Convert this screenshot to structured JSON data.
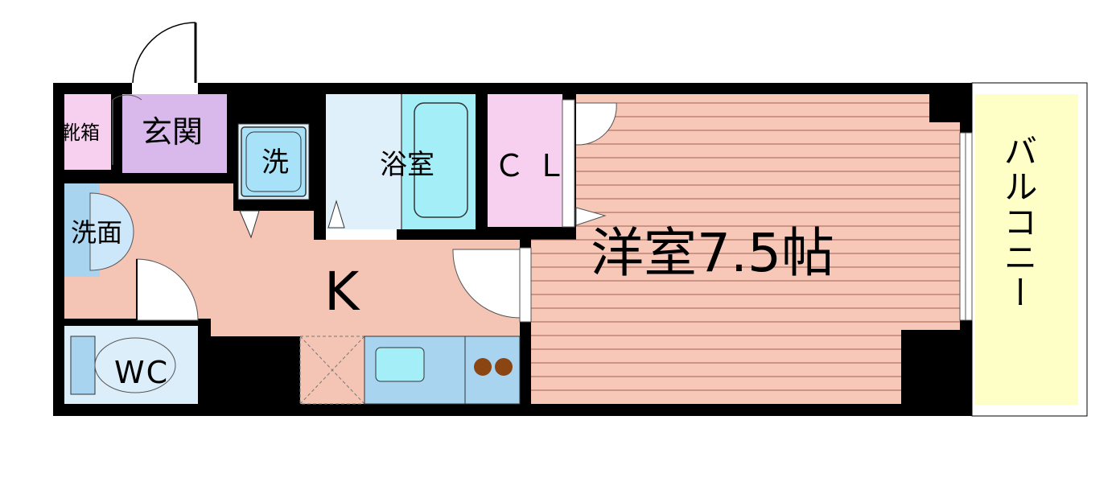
{
  "floor_plan": {
    "rooms": {
      "shoe_box": "靴箱",
      "genkan": "玄関",
      "washer": "洗",
      "bathroom": "浴室",
      "closet": "ＣＬ",
      "washstand": "洗面",
      "western_room": "洋室7.5帖",
      "kitchen": "K",
      "toilet": "WC",
      "balcony": "バルコニー"
    },
    "colors": {
      "wall": "#000000",
      "genkan": "#d9b8ec",
      "shoe_box": "#f7d0f0",
      "closet": "#f7d0f0",
      "kitchen_floor": "#f4c4b4",
      "room_floor": "#f7c8b8",
      "bathroom": "#dff0fa",
      "bathtub": "#a4eef8",
      "toilet_area": "#dbeefa",
      "counter": "#a8d4f0",
      "balcony": "#fdffc6",
      "stove_burner": "#8b4513"
    }
  }
}
